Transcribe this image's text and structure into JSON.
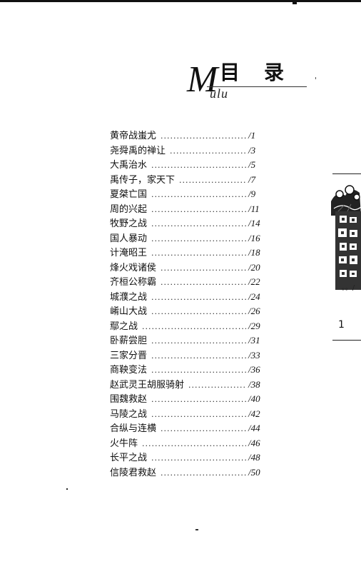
{
  "header": {
    "title": "目录",
    "title_initial": "M",
    "subtitle": "ulu"
  },
  "toc": [
    {
      "title": "黄帝战蚩尤",
      "page": "/1"
    },
    {
      "title": "尧舜禹的禅让",
      "page": "/3"
    },
    {
      "title": "大禹治水",
      "page": "/5"
    },
    {
      "title": "禹传子，家天下",
      "page": "/7"
    },
    {
      "title": "夏桀亡国",
      "page": "/9"
    },
    {
      "title": "周的兴起",
      "page": "/11"
    },
    {
      "title": "牧野之战",
      "page": "/14"
    },
    {
      "title": "国人暴动",
      "page": "/16"
    },
    {
      "title": "计淹昭王",
      "page": "/18"
    },
    {
      "title": "烽火戏诸侯",
      "page": "/20"
    },
    {
      "title": "齐桓公称霸",
      "page": "/22"
    },
    {
      "title": "城濮之战",
      "page": "/24"
    },
    {
      "title": "崤山大战",
      "page": "/26"
    },
    {
      "title": "鄢之战",
      "page": "/29"
    },
    {
      "title": "卧薪尝胆",
      "page": "/31"
    },
    {
      "title": "三家分晋",
      "page": "/33"
    },
    {
      "title": "商鞅变法",
      "page": "/36"
    },
    {
      "title": "赵武灵王胡服骑射",
      "page": "/38"
    },
    {
      "title": "围魏救赵",
      "page": "/40"
    },
    {
      "title": "马陵之战",
      "page": "/42"
    },
    {
      "title": "合纵与连横",
      "page": "/44"
    },
    {
      "title": "火牛阵",
      "page": "/46"
    },
    {
      "title": "长平之战",
      "page": "/48"
    },
    {
      "title": "信陵君救赵",
      "page": "/50"
    }
  ],
  "side": {
    "page_number": "1",
    "dots": "。。/"
  },
  "colors": {
    "ink": "#111111",
    "paper": "#ffffff"
  }
}
